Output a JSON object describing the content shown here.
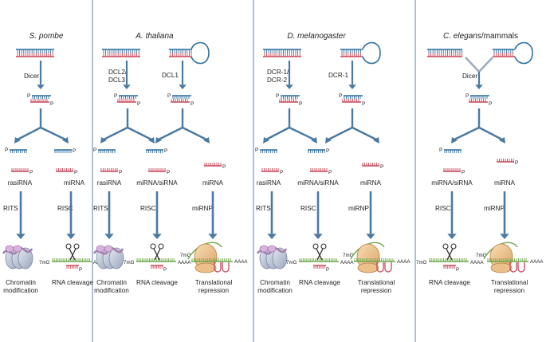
{
  "colors": {
    "strand_blue": "#2f6f9f",
    "strand_red": "#c8485a",
    "arrow_blue": "#4a7aa3",
    "divider": "#8fa6c6",
    "mrna_green": "#6da84a",
    "ribosome_orange": "#ecc08a",
    "histone_gray": "#b8c2d6",
    "histone_purple": "#a67fae"
  },
  "panels": [
    {
      "organism_pre": "",
      "organism_it": "S. pombe",
      "organism_post": "",
      "labels": {
        "dicer": "Dicer",
        "rasirna": "rasiRNA",
        "mirna": "miRNA",
        "rits": "RITS",
        "risc": "RISC",
        "chromatin": [
          "Chromatin",
          "modification"
        ],
        "rna_cleavage": "RNA cleavage"
      }
    },
    {
      "organism_pre": "",
      "organism_it": "A. thaliana",
      "organism_post": "",
      "labels": {
        "dcl23": [
          "DCL2/",
          "DCL3"
        ],
        "dcl1": "DCL1",
        "rasirna": "rasiRNA",
        "mirna_sirna": "miRNA/siRNA",
        "mirna": "miRNA",
        "rits": "RITS",
        "risc": "RISC",
        "mirnp": "miRNP",
        "chromatin": [
          "Chromatin",
          "modification"
        ],
        "rna_cleavage": "RNA cleavage",
        "translational": [
          "Translational",
          "repression"
        ]
      }
    },
    {
      "organism_pre": "",
      "organism_it": "D. melanogaster",
      "organism_post": "",
      "labels": {
        "dcr12": [
          "DCR-1/",
          "DCR-2"
        ],
        "dcr1": "DCR-1",
        "rasirna": "rasiRNA",
        "mirna_sirna": "miRNA/siRNA",
        "mirna": "miRNA",
        "rits": "RITS",
        "risc": "RISC",
        "mirnp": "miRNP",
        "chromatin": [
          "Chromatin",
          "modification"
        ],
        "rna_cleavage": "RNA cleavage",
        "translational": [
          "Translational",
          "repression"
        ]
      }
    },
    {
      "organism_pre": "",
      "organism_it": "C. elegans",
      "organism_post": "/mammals",
      "labels": {
        "dicer": "Dicer",
        "mirna_sirna": "miRNA/siRNA",
        "mirna": "miRNA",
        "risc": "RISC",
        "mirnp": "miRNP",
        "rna_cleavage": "RNA cleavage",
        "translational": [
          "Translational",
          "repression"
        ]
      }
    }
  ],
  "marks": {
    "phosphate": "P",
    "cap": "7mG",
    "polya": "AAAA"
  }
}
